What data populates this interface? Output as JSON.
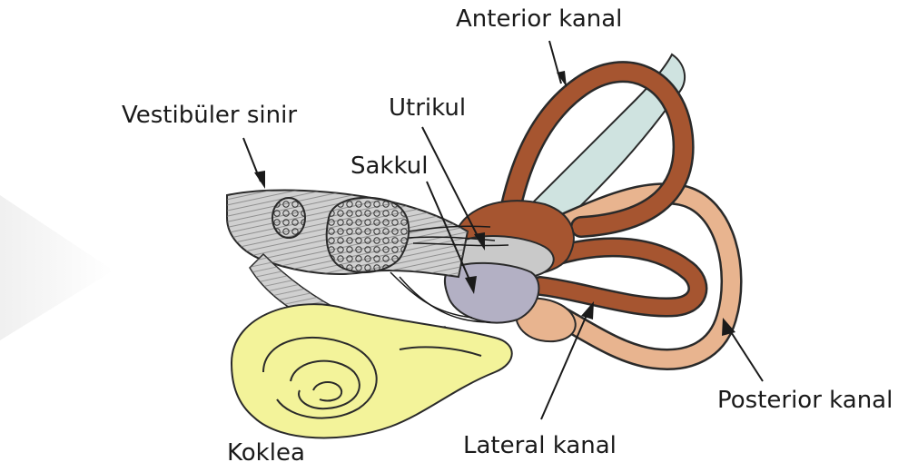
{
  "labels": {
    "anterior_kanal": "Anterior kanal",
    "vestibuler_sinir": "Vestibüler sinir",
    "utrikul": "Utrikul",
    "sakkul": "Sakkul",
    "posterior_kanal": "Posterior kanal",
    "lateral_kanal": "Lateral kanal",
    "koklea": "Koklea"
  },
  "colors": {
    "canal_dark": "#a65530",
    "canal_light": "#e8b48f",
    "cochlea": "#f3f39a",
    "endolymph_duct": "#cfe3e0",
    "utricle": "#c9c9c9",
    "saccule": "#b3b0c4",
    "nerve": "#d0d0d0",
    "outline": "#2a2a2a"
  }
}
